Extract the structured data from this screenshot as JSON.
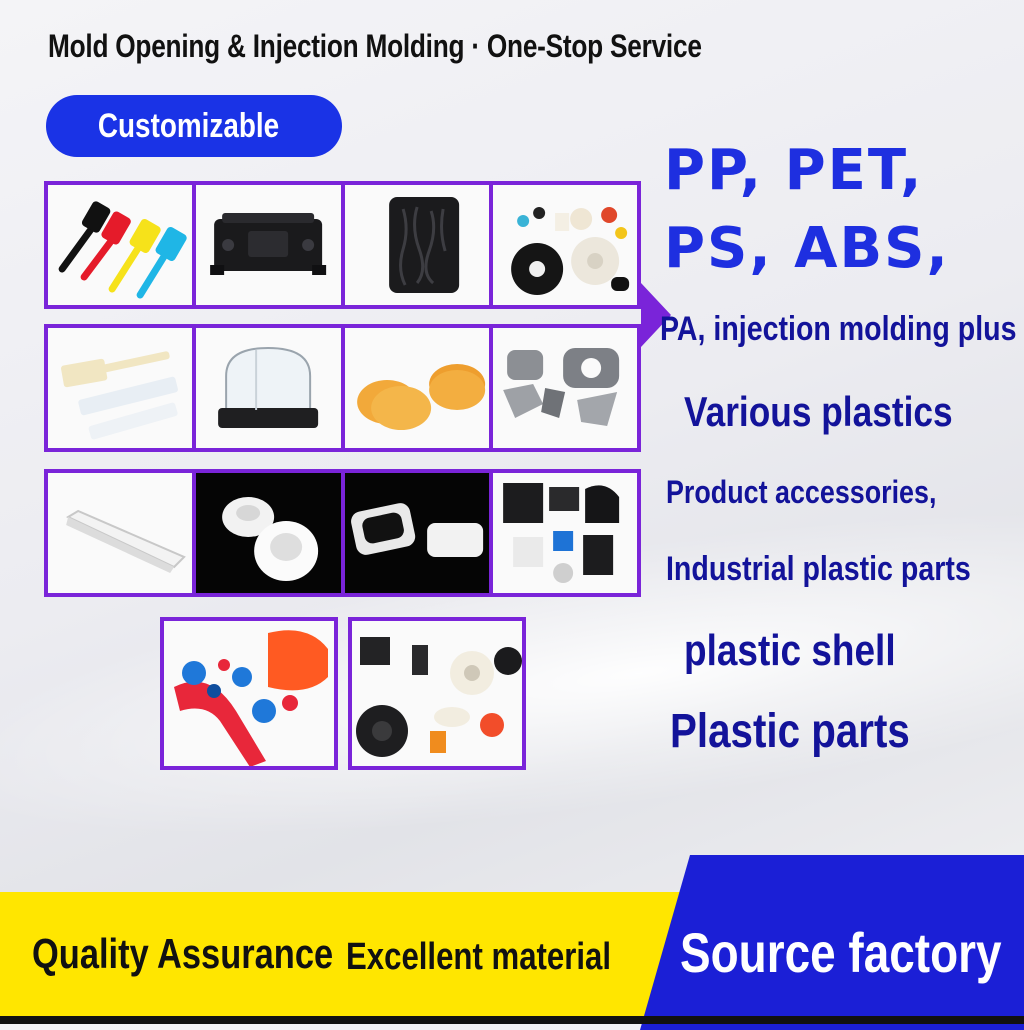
{
  "header": {
    "title": "Mold Opening & Injection Molding · One-Stop Service"
  },
  "badge": {
    "label": "Customizable"
  },
  "materials": {
    "line1": "PP, PET,",
    "line2": "PS, ABS,"
  },
  "features": [
    "PA, injection molding plus",
    "Various plastics",
    "Product accessories,",
    "Industrial plastic parts",
    "plastic shell",
    "Plastic parts"
  ],
  "footer": {
    "quality": "Quality Assurance",
    "material": "Excellent material",
    "factory": "Source factory"
  },
  "colors": {
    "frame": "#7a24d9",
    "badge": "#1a33e6",
    "material_text": "#1e2fe0",
    "feature_text": "#13139a",
    "footer_yellow": "#ffe600",
    "footer_blue": "#1b1fd6"
  },
  "gallery": {
    "rows": [
      [
        "spatula-icon",
        "enclosure-icon",
        "tray-icon",
        "parts-assortment-icon"
      ],
      [
        "cream-spatula-icon",
        "clear-dome-icon",
        "orange-discs-icon",
        "gray-brackets-icon"
      ],
      [
        "white-wedge-icon",
        "white-caps-icon",
        "clip-lid-icon",
        "black-blocks-icon"
      ]
    ],
    "extra": [
      "colored-parts-icon",
      "gears-icon"
    ]
  }
}
